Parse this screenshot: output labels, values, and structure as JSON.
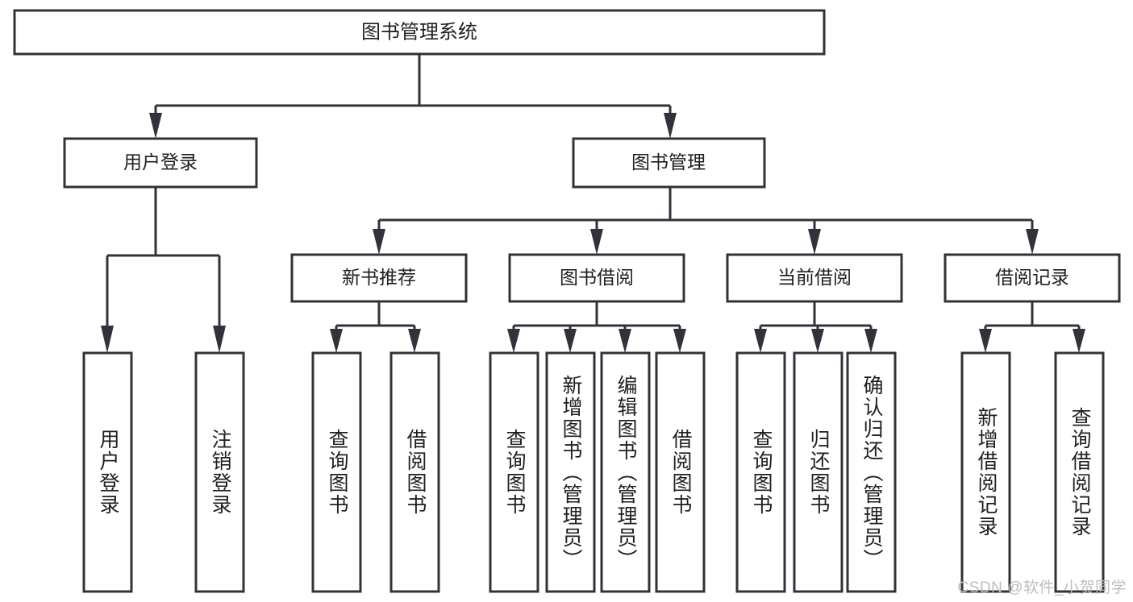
{
  "diagram": {
    "title": "图书管理系统",
    "type": "tree",
    "watermark": "CSDN @软件_小贺同学",
    "colors": {
      "stroke": "#32323a",
      "fill": "#ffffff",
      "text": "#1f1f24",
      "watermark": "#bdbdbd"
    },
    "root": {
      "label": "图书管理系统"
    },
    "level2": [
      {
        "label": "用户登录"
      },
      {
        "label": "图书管理"
      }
    ],
    "level3": [
      {
        "label": "新书推荐"
      },
      {
        "label": "图书借阅"
      },
      {
        "label": "当前借阅"
      },
      {
        "label": "借阅记录"
      }
    ],
    "leaves": {
      "user_login": [
        {
          "label": "用户登录"
        },
        {
          "label": "注销登录"
        }
      ],
      "new_book": [
        {
          "label": "查询图书"
        },
        {
          "label": "借阅图书"
        }
      ],
      "book_borrow": [
        {
          "label": "查询图书"
        },
        {
          "label": "新增图书（管理员）"
        },
        {
          "label": "编辑图书（管理员）"
        },
        {
          "label": "借阅图书"
        }
      ],
      "current_borrow": [
        {
          "label": "查询图书"
        },
        {
          "label": "归还图书"
        },
        {
          "label": "确认归还（管理员）"
        }
      ],
      "borrow_record": [
        {
          "label": "新增借阅记录"
        },
        {
          "label": "查询借阅记录"
        }
      ]
    }
  }
}
